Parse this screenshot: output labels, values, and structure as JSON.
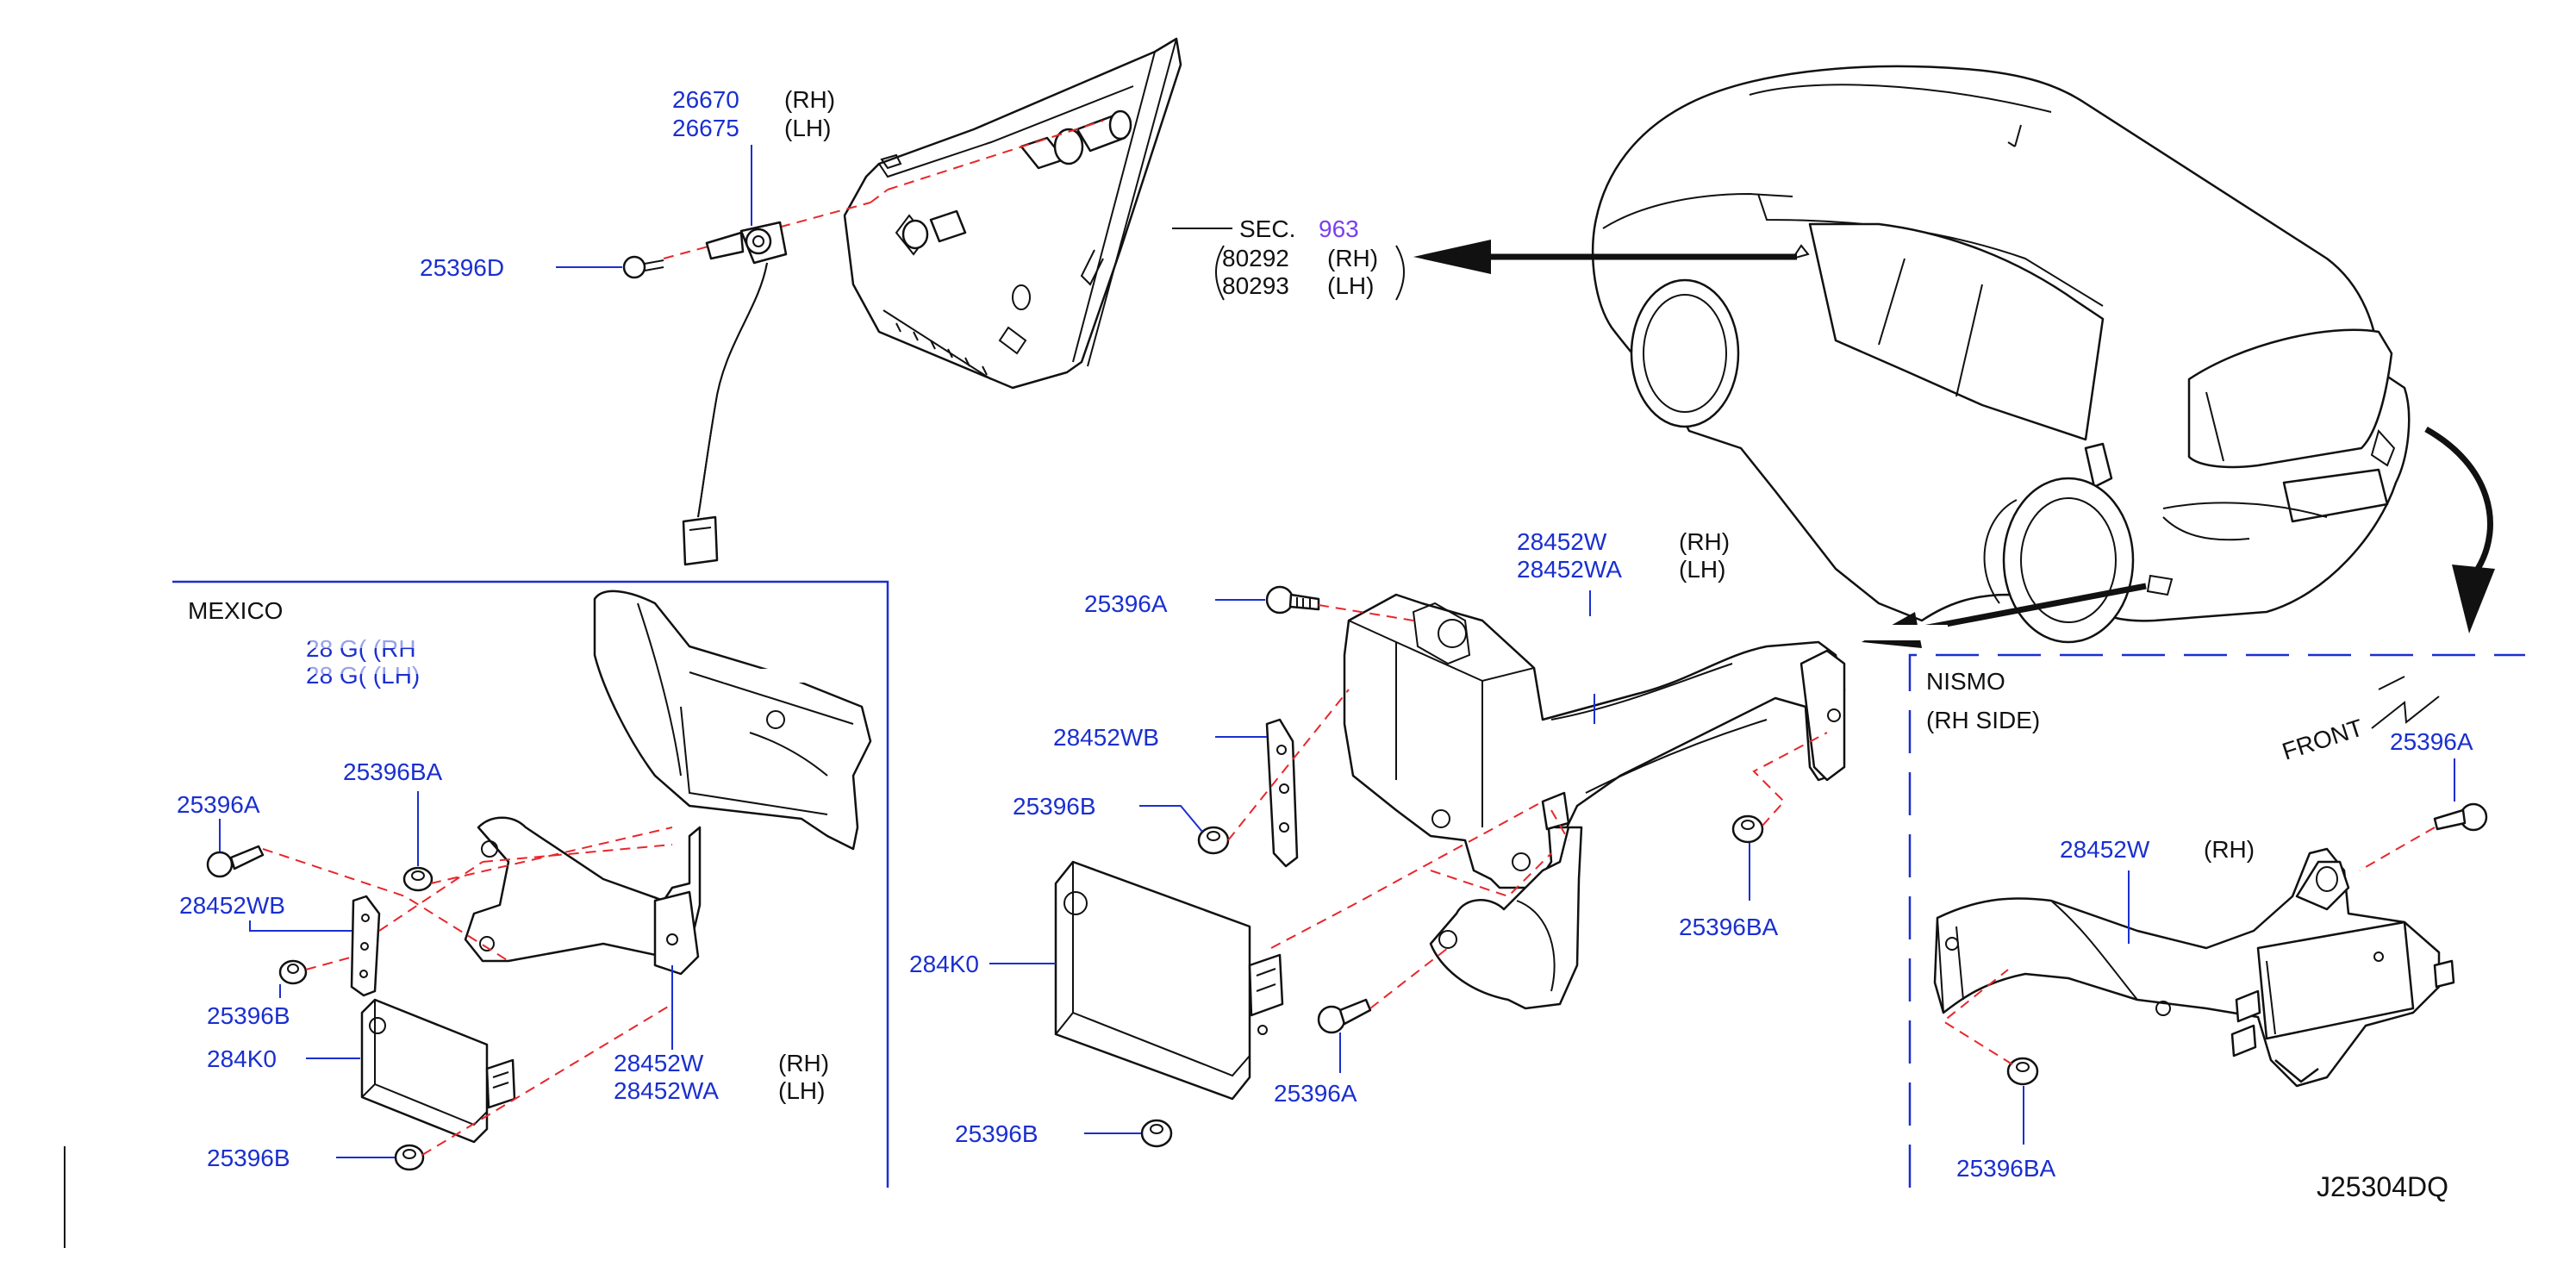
{
  "colors": {
    "part_number": "#1a2fd0",
    "section_number": "#7a3ff0",
    "text": "#111111",
    "dashed_connection": "#e8262b",
    "frame": "#1a2fd0"
  },
  "top_assembly": {
    "sensor_rh": {
      "number": "26670",
      "side": "(RH)"
    },
    "sensor_lh": {
      "number": "26675",
      "side": "(LH)"
    },
    "bolt": "25396D",
    "section_ref": {
      "label": "SEC.",
      "number": "963",
      "rh_number": "80292",
      "rh_side": "(RH)",
      "lh_number": "80293",
      "lh_side": "(LH)"
    }
  },
  "mexico_section": {
    "title": "MEXICO",
    "obscured_line_1": "28 G( (RH",
    "obscured_line_2": "28 G( (LH)",
    "bolt_a": "25396A",
    "nut_ba": "25396BA",
    "bracket_wb": "28452WB",
    "nut_b_upper": "25396B",
    "module": "284K0",
    "nut_b_lower": "25396B",
    "bracket_rh": {
      "number": "28452W",
      "side": "(RH)"
    },
    "bracket_lh": {
      "number": "28452WA",
      "side": "(LH)"
    }
  },
  "center_section": {
    "bracket_rh": {
      "number": "28452W",
      "side": "(RH)"
    },
    "bracket_lh": {
      "number": "28452WA",
      "side": "(LH)"
    },
    "bolt_top": "25396A",
    "bracket_wb": "28452WB",
    "nut_b_upper": "25396B",
    "module": "284K0",
    "nut_b_lower": "25396B",
    "bolt_bottom": "25396A",
    "nut_ba": "25396BA"
  },
  "nismo_section": {
    "title": "NISMO",
    "subtitle": "(RH SIDE)",
    "front_label": "FRONT",
    "bolt_a": "25396A",
    "bracket": {
      "number": "28452W",
      "side": "(RH)"
    },
    "nut_ba": "25396BA"
  },
  "diagram_id": "J25304DQ"
}
